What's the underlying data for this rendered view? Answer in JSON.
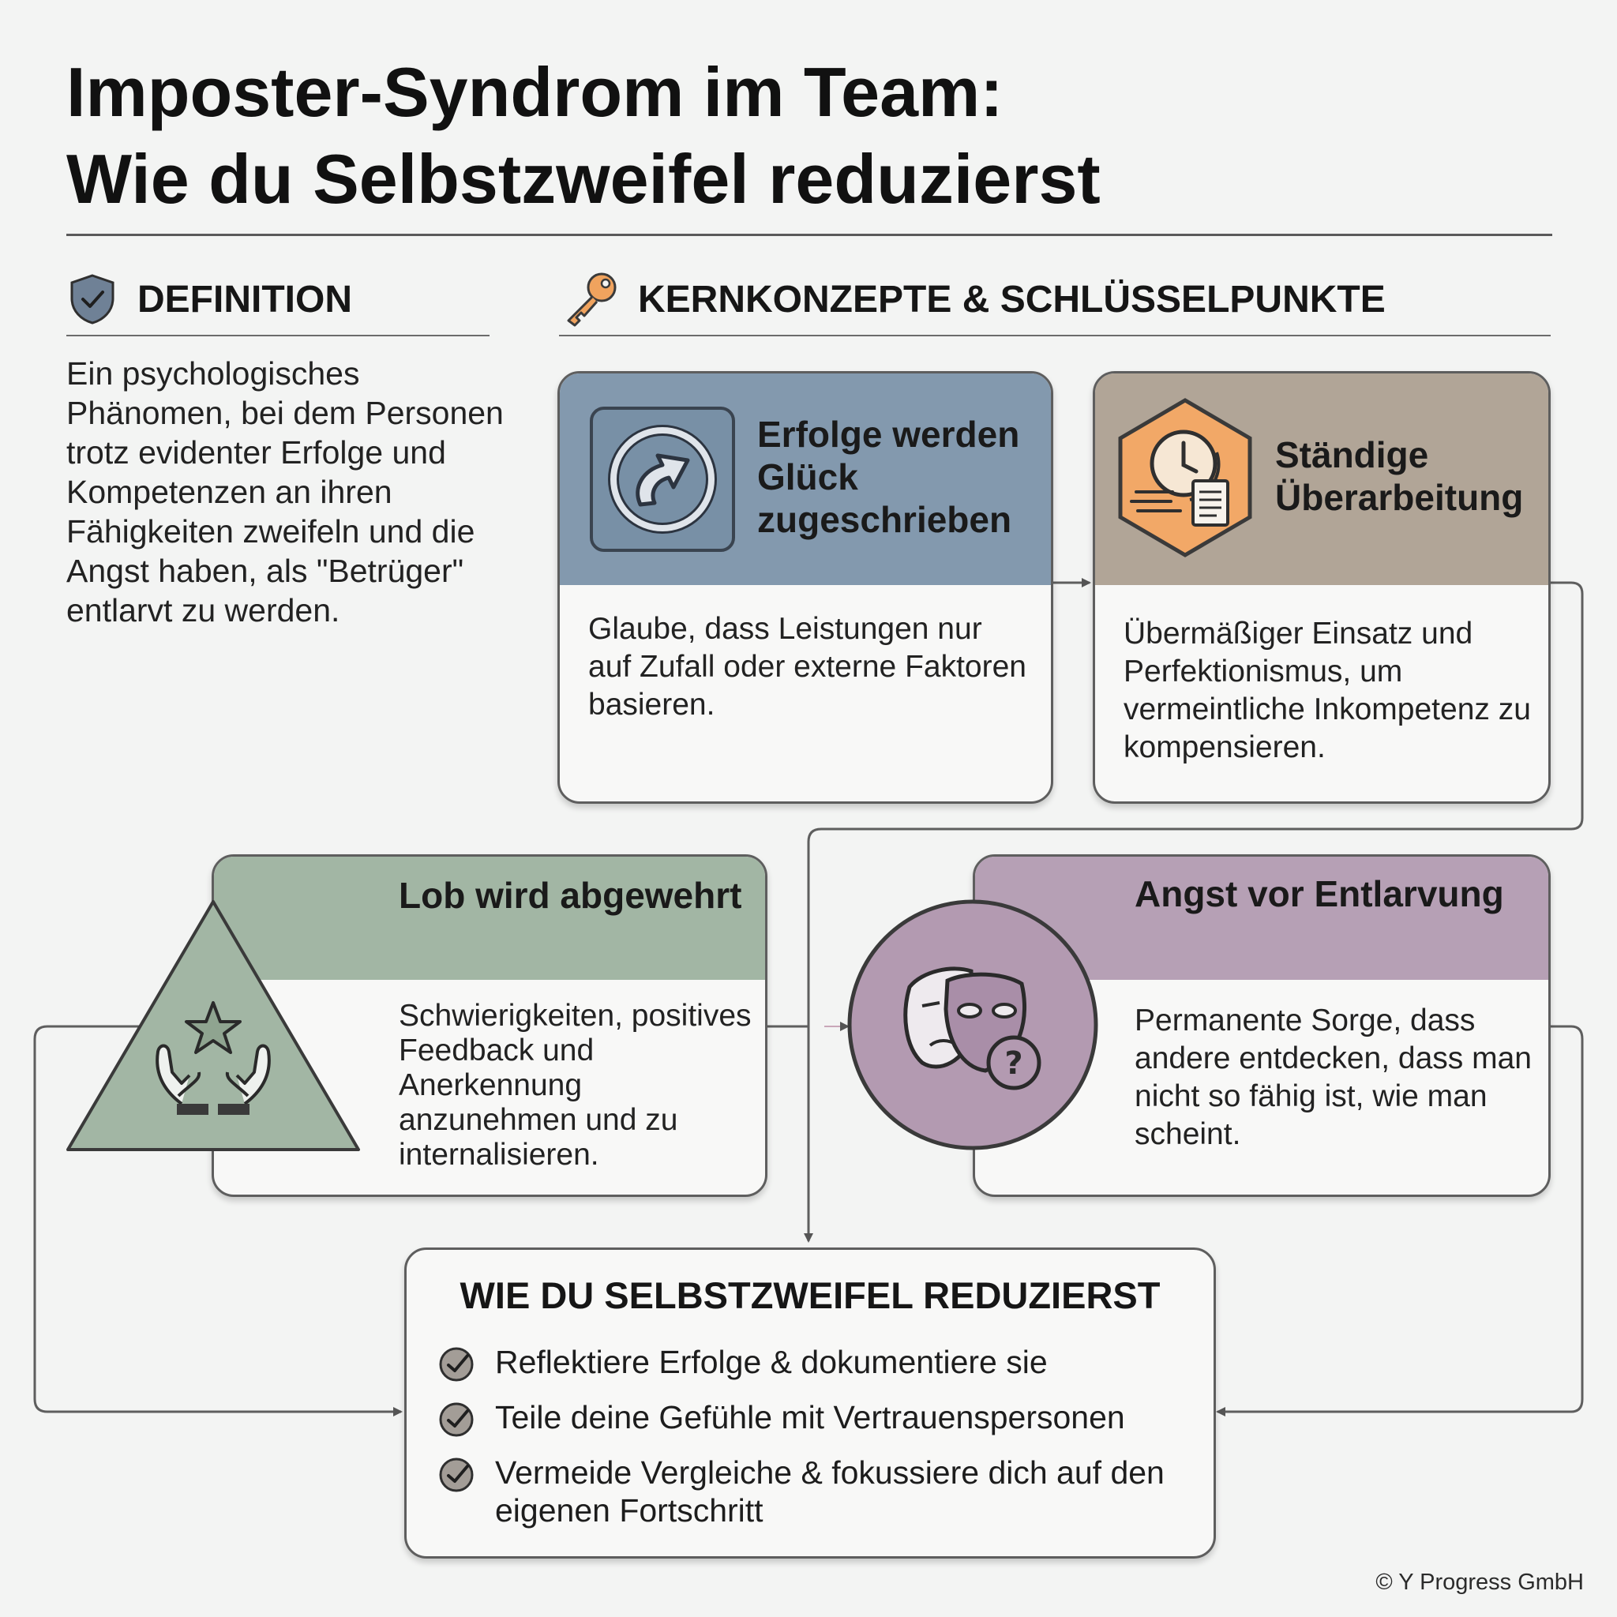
{
  "header": {
    "title_line1": "Imposter-Syndrom im Team:",
    "title_line2": "Wie du Selbstzweifel reduzierst"
  },
  "definition": {
    "heading": "DEFINITION",
    "icon": "shield-check-icon",
    "text": "Ein psychologisches Phänomen, bei dem Personen trotz evidenter Erfolge und Kompetenzen an ihren Fähigkeiten zweifeln und die Angst haben, als \"Betrüger\" entlarvt zu werden."
  },
  "concepts": {
    "heading": "KERNKONZEPTE & SCHLÜSSELPUNKTE",
    "icon": "key-icon",
    "cards": [
      {
        "title": "Erfolge werden Glück zugeschrieben",
        "text": "Glaube, dass Leistungen nur auf Zufall oder externe Faktoren basieren.",
        "icon": "circular-arrow-icon",
        "color": "#8399ae"
      },
      {
        "title": "Ständige Überarbeitung",
        "text": "Übermäßiger Einsatz und Perfektionismus, um vermeintliche Inkompetenz zu kompensieren.",
        "icon": "clock-document-icon",
        "color": "#b1a597"
      },
      {
        "title": "Lob wird abgewehrt",
        "text": "Schwierigkeiten, positives Feedback und Anerkennung anzunehmen und zu internalisieren.",
        "icon": "hands-star-icon",
        "color": "#a2b6a4"
      },
      {
        "title": "Angst vor Entlarvung",
        "text": "Permanente Sorge, dass andere entdecken, dass man nicht so fähig ist, wie man scheint.",
        "icon": "mask-question-icon",
        "color": "#b6a0b5"
      }
    ]
  },
  "solution": {
    "heading": "WIE DU SELBSTZWEIFEL REDUZIERST",
    "items": [
      "Reflektiere Erfolge & dokumentiere sie",
      "Teile deine Gefühle mit Vertrauenspersonen",
      "Vermeide Vergleiche & fokussiere dich auf den eigenen Fortschritt"
    ],
    "icon": "check-circle-icon"
  },
  "footer": {
    "copyright": "© Y Progress GmbH"
  },
  "colors": {
    "blue": "#8399ae",
    "taupe": "#b1a597",
    "orange": "#f2a867",
    "green": "#a2b6a4",
    "mauve": "#b6a0b5",
    "line": "#5e5e5e"
  }
}
